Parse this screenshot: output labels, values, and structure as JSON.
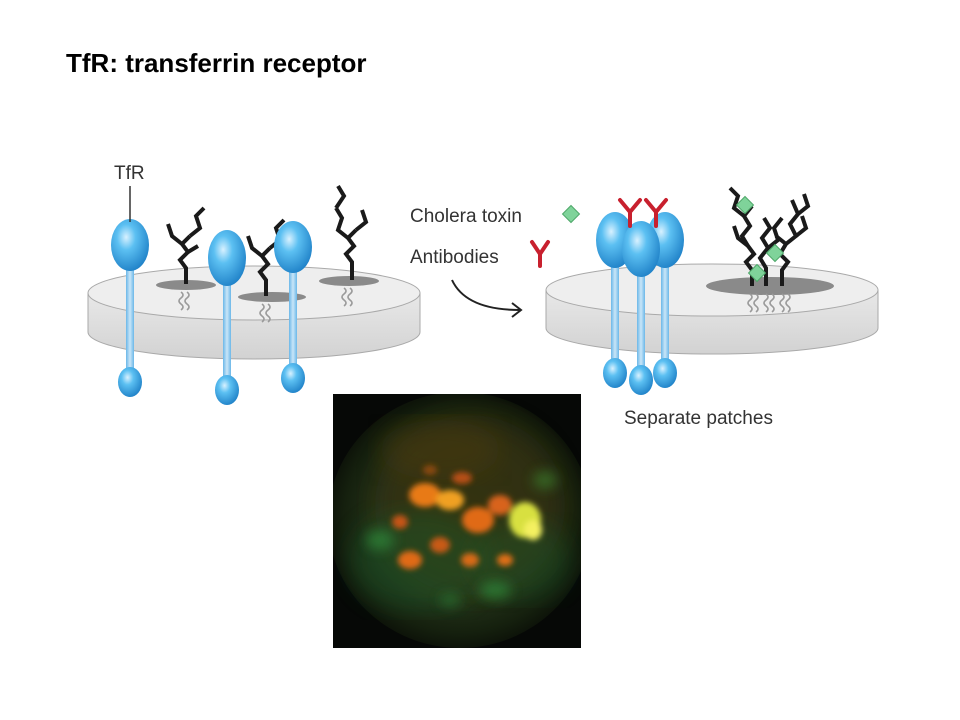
{
  "slide": {
    "title": "TfR: transferrin receptor"
  },
  "labels": {
    "tfr": "TfR",
    "cholera_toxin": "Cholera toxin",
    "antibodies": "Antibodies",
    "result": "Separate patches"
  },
  "colors": {
    "receptor_blue": "#2a9ee0",
    "antibody_red": "#c8202e",
    "toxin_green": "#7fd39a",
    "glycolipid_black": "#1a1a1a",
    "membrane_gray": "#dcdcdc"
  },
  "micrograph": {
    "description_icon": "fluorescence-micrograph-image"
  }
}
